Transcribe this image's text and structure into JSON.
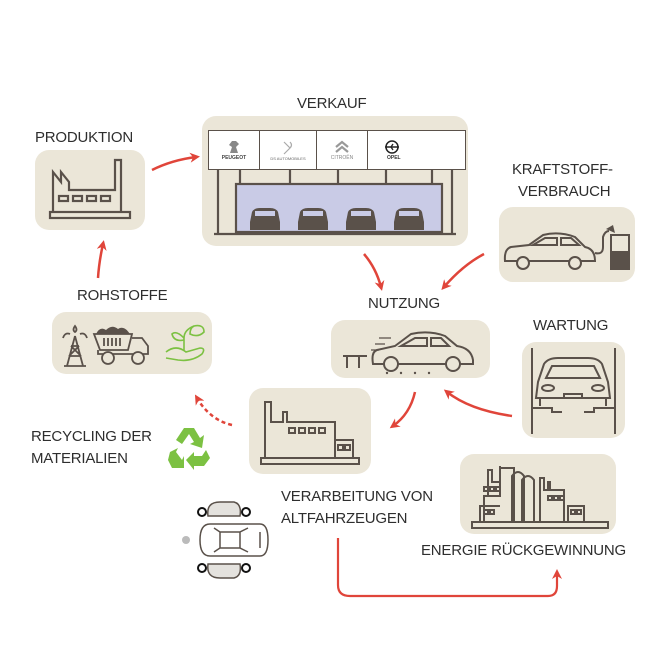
{
  "diagram": {
    "title": "Fahrzeug-Lebenszyklus",
    "colors": {
      "box_bg": "#ebe6d8",
      "icon_stroke": "#5a514a",
      "arrow": "#e0453a",
      "green": "#7cc142",
      "showroom_glass": "#c9cbe6"
    },
    "nodes": {
      "produktion": {
        "label": "PRODUKTION",
        "icon": "factory-icon"
      },
      "verkauf": {
        "label": "VERKAUF",
        "icon": "showroom-icon",
        "brands": [
          "PEUGEOT",
          "DS AUTOMOBILES",
          "CITROËN",
          "OPEL"
        ]
      },
      "kraftstoff": {
        "label_line1": "KRAFTSTOFF-",
        "label_line2": "VERBRAUCH",
        "icon": "car-fuel-pump-icon"
      },
      "rohstoffe": {
        "label": "ROHSTOFFE",
        "icons": [
          "oil-derrick-icon",
          "mining-truck-icon",
          "plant-hand-icon"
        ]
      },
      "nutzung": {
        "label": "NUTZUNG",
        "icon": "moving-car-icon"
      },
      "wartung": {
        "label": "WARTUNG",
        "icon": "car-lift-icon"
      },
      "recycling": {
        "label_line1": "RECYCLING DER",
        "label_line2": "MATERIALIEN",
        "icon": "recycle-icon"
      },
      "verarbeitung": {
        "label_line1": "VERARBEITUNG VON",
        "label_line2": "ALTFAHRZEUGEN",
        "icons": [
          "plant-icon",
          "car-dismantled-icon"
        ]
      },
      "energie": {
        "label": "ENERGIE RÜCKGEWINNUNG",
        "icon": "industrial-plant-icon"
      }
    },
    "flows": [
      {
        "from": "ROHSTOFFE",
        "to": "PRODUKTION"
      },
      {
        "from": "PRODUKTION",
        "to": "VERKAUF"
      },
      {
        "from": "VERKAUF",
        "to": "NUTZUNG"
      },
      {
        "from": "KRAFTSTOFF-VERBRAUCH",
        "to": "NUTZUNG"
      },
      {
        "from": "WARTUNG",
        "to": "NUTZUNG"
      },
      {
        "from": "NUTZUNG",
        "to": "VERARBEITUNG VON ALTFAHRZEUGEN"
      },
      {
        "from": "VERARBEITUNG VON ALTFAHRZEUGEN",
        "to": "ROHSTOFFE",
        "style": "dashed"
      },
      {
        "from": "VERARBEITUNG VON ALTFAHRZEUGEN",
        "to": "ENERGIE RÜCKGEWINNUNG"
      }
    ]
  }
}
